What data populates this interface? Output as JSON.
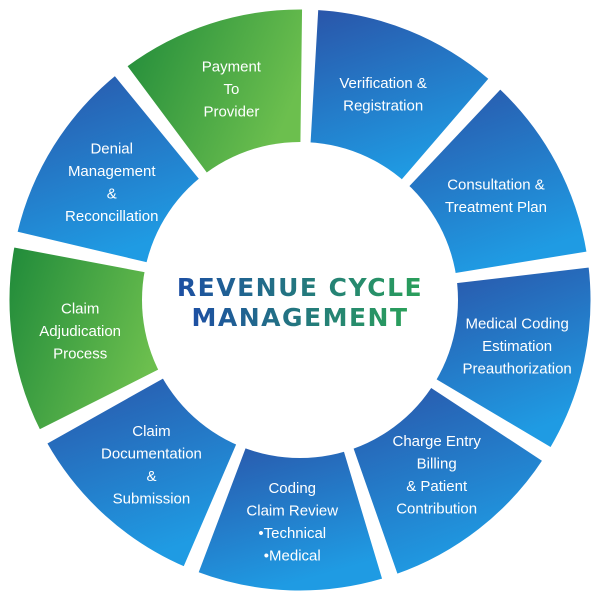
{
  "center": {
    "title_line1": "REVENUE CYCLE",
    "title_line2": "MANAGEMENT"
  },
  "colors": {
    "blue_dark": "#2a54a8",
    "blue_light": "#1f9be3",
    "green_dark": "#1f8a3a",
    "green_light": "#6cbf4e",
    "title_gradient_start": "#1d4fa3",
    "title_gradient_end": "#2aa05a",
    "gap": "#ffffff"
  },
  "segments": [
    {
      "id": "verification-registration",
      "color": "blue",
      "lines": [
        "Verification &",
        "Registration"
      ]
    },
    {
      "id": "consultation-treatment-plan",
      "color": "blue",
      "lines": [
        "Consultation &",
        "Treatment Plan"
      ]
    },
    {
      "id": "medical-coding-estimation",
      "color": "blue",
      "lines": [
        "Medical Coding",
        "Estimation",
        "Preauthorization"
      ]
    },
    {
      "id": "charge-entry-billing",
      "color": "blue",
      "lines": [
        "Charge Entry",
        "Billing",
        "& Patient",
        "Contribution"
      ]
    },
    {
      "id": "coding-claim-review",
      "color": "blue",
      "lines": [
        "Coding",
        "Claim Review",
        "•Technical",
        "•Medical"
      ]
    },
    {
      "id": "claim-documentation-submission",
      "color": "blue",
      "lines": [
        "Claim",
        "Documentation",
        "&",
        "Submission"
      ]
    },
    {
      "id": "claim-adjudication-process",
      "color": "green",
      "lines": [
        "Claim",
        "Adjudication",
        "Process"
      ]
    },
    {
      "id": "denial-management-reconciliation",
      "color": "blue",
      "lines": [
        "Denial",
        "Management",
        "&",
        "Reconcillation"
      ]
    },
    {
      "id": "payment-to-provider",
      "color": "green",
      "lines": [
        "Payment",
        "To",
        "Provider"
      ]
    }
  ]
}
